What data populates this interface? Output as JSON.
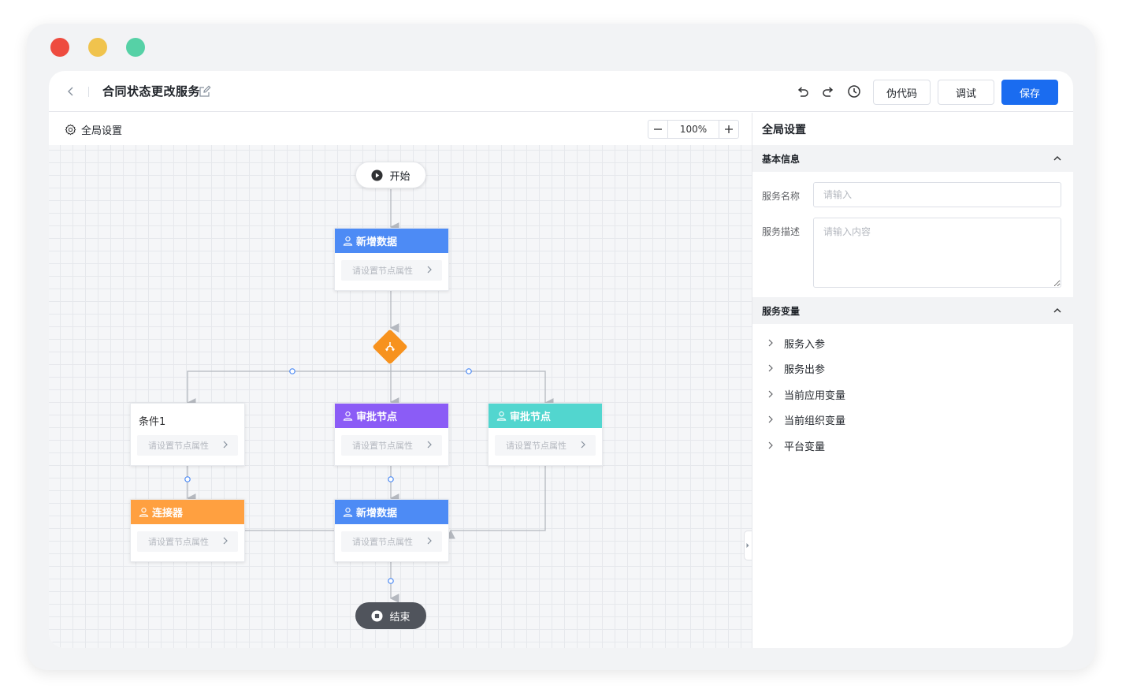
{
  "header": {
    "title": "合同状态更改服务",
    "buttons": {
      "pseudocode": "伪代码",
      "debug": "调试",
      "save": "保存"
    }
  },
  "colors": {
    "primary": "#1a6cf0",
    "node_blue": "#4d8bf5",
    "node_purple": "#8b5cf6",
    "node_teal": "#52d6cf",
    "node_orange": "#ffa040",
    "gateway": "#f7921e",
    "end_node": "#50545c"
  },
  "canvas": {
    "settings_label": "全局设置",
    "zoom": "100%",
    "start_label": "开始",
    "end_label": "结束",
    "nodes": {
      "add_data_1": {
        "title": "新增数据",
        "prop": "请设置节点属性",
        "icon": "user-icon"
      },
      "condition_1": {
        "title": "条件1",
        "prop": "请设置节点属性"
      },
      "approval_1": {
        "title": "审批节点",
        "prop": "请设置节点属性",
        "icon": "user-icon"
      },
      "approval_2": {
        "title": "审批节点",
        "prop": "请设置节点属性",
        "icon": "user-icon"
      },
      "connector": {
        "title": "连接器",
        "prop": "请设置节点属性",
        "icon": "user-icon"
      },
      "add_data_2": {
        "title": "新增数据",
        "prop": "请设置节点属性",
        "icon": "user-icon"
      }
    }
  },
  "panel": {
    "title": "全局设置",
    "basic_info": {
      "header": "基本信息",
      "name_label": "服务名称",
      "name_placeholder": "请输入",
      "name_value": "",
      "desc_label": "服务描述",
      "desc_placeholder": "请输入内容",
      "desc_value": ""
    },
    "variables": {
      "header": "服务变量",
      "items": [
        "服务入参",
        "服务出参",
        "当前应用变量",
        "当前组织变量",
        "平台变量"
      ]
    }
  }
}
